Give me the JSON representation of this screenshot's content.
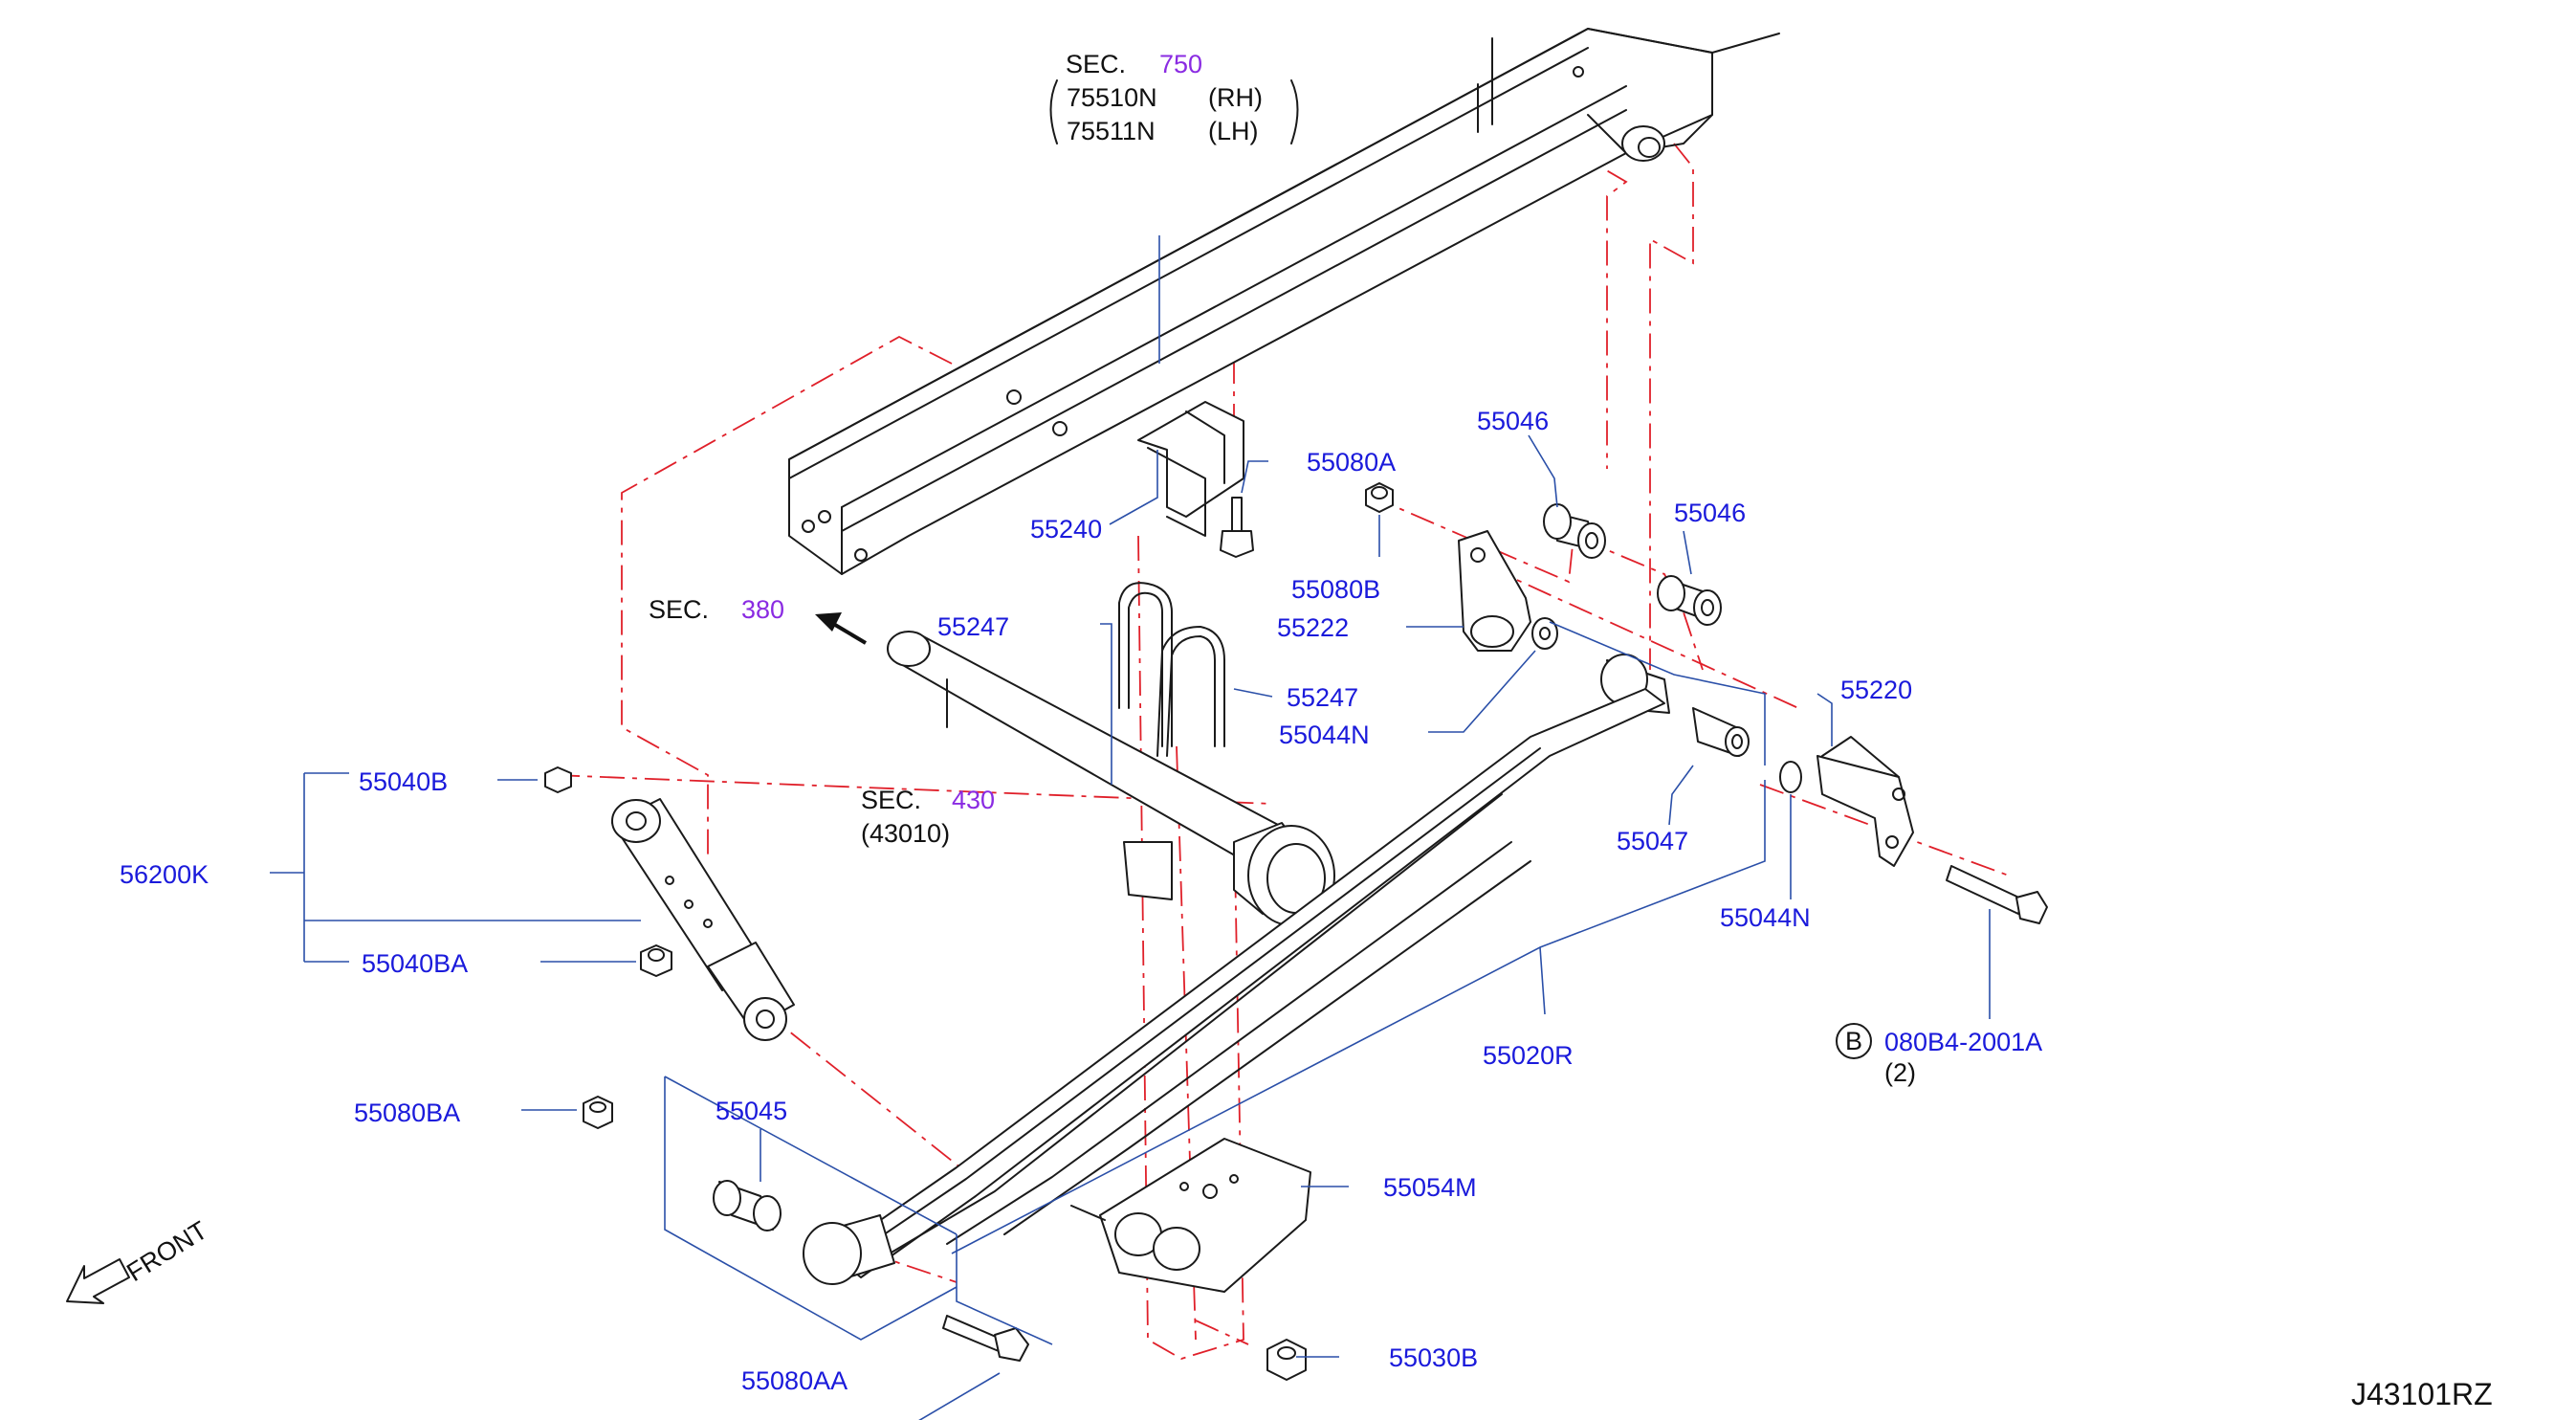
{
  "diagram_code": "J43101RZ",
  "sec_750": {
    "label": "SEC.",
    "num": "750",
    "rh": "75510N",
    "rh_tag": "(RH)",
    "lh": "75511N",
    "lh_tag": "(LH)"
  },
  "sec_380": {
    "label": "SEC.",
    "num": "380"
  },
  "sec_430": {
    "label": "SEC.",
    "num": "430",
    "sub": "(43010)"
  },
  "front_label": "FRONT",
  "bolt_ref": {
    "letter": "B",
    "code": "080B4-2001A",
    "qty": "(2)"
  },
  "parts": {
    "p55080A": "55080A",
    "p55046a": "55046",
    "p55046b": "55046",
    "p55240": "55240",
    "p55080B": "55080B",
    "p55247a": "55247",
    "p55247b": "55247",
    "p55222": "55222",
    "p55220": "55220",
    "p55044N_top": "55044N",
    "p55047": "55047",
    "p55044N": "55044N",
    "p55040B": "55040B",
    "p56200K": "56200K",
    "p55040BA": "55040BA",
    "p55020R": "55020R",
    "p55080BA": "55080BA",
    "p55045": "55045",
    "p55054M": "55054M",
    "p55080AA": "55080AA",
    "p55030B": "55030B"
  },
  "colors": {
    "part_number": "#1a1adb",
    "section_number": "#8a2be2",
    "phantom_line": "#e0202a",
    "leader": "#2a4fa8",
    "outline": "#1a1a1a"
  }
}
